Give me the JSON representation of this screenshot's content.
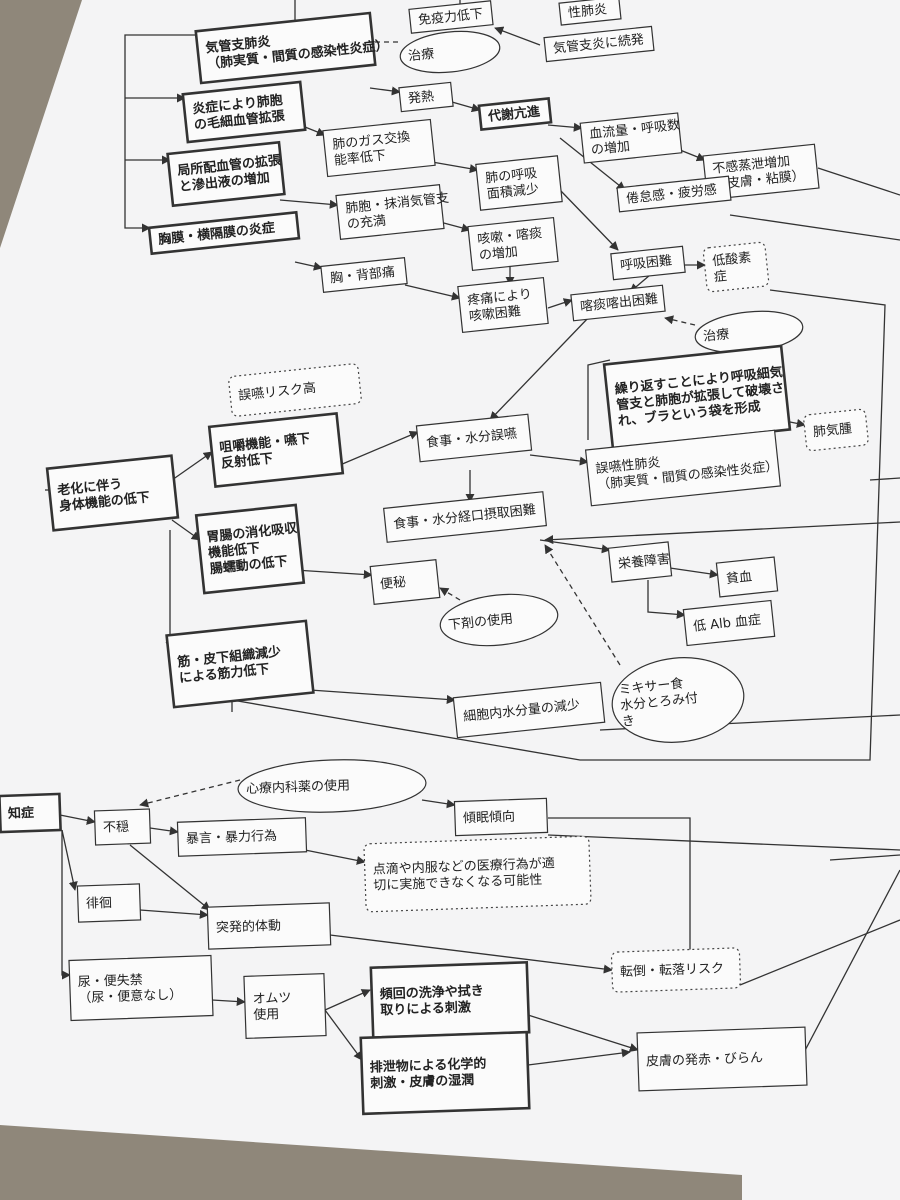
{
  "nodes": [
    {
      "id": "pneumonia-top",
      "lines": [
        "性肺炎"
      ]
    },
    {
      "id": "immunity",
      "lines": [
        "免疫力低下"
      ]
    },
    {
      "id": "bronchitis-cont",
      "lines": [
        "気管支炎に続発"
      ]
    },
    {
      "id": "treat1",
      "lines": [
        "治療"
      ]
    },
    {
      "id": "bronchopneumonia",
      "lines": [
        "気管支肺炎",
        "（肺実質・間質の感染性炎症）"
      ]
    },
    {
      "id": "fever",
      "lines": [
        "発熱"
      ]
    },
    {
      "id": "metab",
      "lines": [
        "代謝亢進"
      ]
    },
    {
      "id": "bloodflow",
      "lines": [
        "血流量・呼吸数",
        "の増加"
      ]
    },
    {
      "id": "insensible",
      "lines": [
        "不感蒸泄増加",
        "（皮膚・粘膜）"
      ]
    },
    {
      "id": "fatigue",
      "lines": [
        "倦怠感・疲労感"
      ]
    },
    {
      "id": "capillary",
      "lines": [
        "炎症により肺胞",
        "の毛細血管拡張"
      ]
    },
    {
      "id": "gasex",
      "lines": [
        "肺のガス交換",
        "能率低下"
      ]
    },
    {
      "id": "resparea",
      "lines": [
        "肺の呼吸",
        "面積減少"
      ]
    },
    {
      "id": "bloodvessel",
      "lines": [
        "局所配血管の拡張",
        "と滲出液の増加"
      ]
    },
    {
      "id": "alveoli",
      "lines": [
        "肺胞・抹消気管支",
        "の充満"
      ]
    },
    {
      "id": "cough",
      "lines": [
        "咳嗽・喀痰",
        "の増加"
      ]
    },
    {
      "id": "dyspnea",
      "lines": [
        "呼吸困難"
      ]
    },
    {
      "id": "hypoxemia",
      "lines": [
        "低酸素",
        "症"
      ]
    },
    {
      "id": "pleura",
      "lines": [
        "胸膜・横隔膜の炎症"
      ]
    },
    {
      "id": "chestpain",
      "lines": [
        "胸・背部痛"
      ]
    },
    {
      "id": "paincough",
      "lines": [
        "疼痛により",
        "咳嗽困難"
      ]
    },
    {
      "id": "sputum",
      "lines": [
        "喀痰喀出困難"
      ]
    },
    {
      "id": "treat2",
      "lines": [
        "治療"
      ]
    },
    {
      "id": "aspirationrisk",
      "lines": [
        "誤嚥リスク高"
      ]
    },
    {
      "id": "chewing",
      "lines": [
        "咀嚼機能・嚥下",
        "反射低下"
      ]
    },
    {
      "id": "eatingasp",
      "lines": [
        "食事・水分誤嚥"
      ]
    },
    {
      "id": "repeat",
      "lines": [
        "繰り返すことにより呼吸細気",
        "管支と肺胞が拡張して破壊さ",
        "れ、ブラという袋を形成"
      ]
    },
    {
      "id": "emphysema",
      "lines": [
        "肺気腫"
      ]
    },
    {
      "id": "aspneumonia",
      "lines": [
        "誤嚥性肺炎",
        "（肺実質・間質の感染性炎症）"
      ]
    },
    {
      "id": "aging",
      "lines": [
        "老化に伴う",
        "身体機能の低下"
      ]
    },
    {
      "id": "oralintake",
      "lines": [
        "食事・水分経口摂取困難"
      ]
    },
    {
      "id": "gi",
      "lines": [
        "胃腸の消化吸収",
        "機能低下",
        "腸蠕動の低下"
      ]
    },
    {
      "id": "constip",
      "lines": [
        "便秘"
      ]
    },
    {
      "id": "laxative",
      "lines": [
        "下剤の使用"
      ]
    },
    {
      "id": "malnut",
      "lines": [
        "栄養障害"
      ]
    },
    {
      "id": "anemia",
      "lines": [
        "貧血"
      ]
    },
    {
      "id": "lowalb",
      "lines": [
        "低 Alb 血症"
      ]
    },
    {
      "id": "mixer",
      "lines": [
        "ミキサー食",
        "水分とろみ付",
        "き"
      ]
    },
    {
      "id": "muscle",
      "lines": [
        "筋・皮下組織減少",
        "による筋力低下"
      ]
    },
    {
      "id": "cellwater",
      "lines": [
        "細胞内水分量の減少"
      ]
    },
    {
      "id": "dementia",
      "lines": [
        "知症"
      ]
    },
    {
      "id": "psychdrug",
      "lines": [
        "心療内科薬の使用"
      ]
    },
    {
      "id": "restless",
      "lines": [
        "不穏"
      ]
    },
    {
      "id": "somnolence",
      "lines": [
        "傾眠傾向"
      ]
    },
    {
      "id": "violence",
      "lines": [
        "暴言・暴力行為"
      ]
    },
    {
      "id": "medical",
      "lines": [
        "点滴や内服などの医療行為が適",
        "切に実施できなくなる可能性"
      ]
    },
    {
      "id": "wander",
      "lines": [
        "徘徊"
      ]
    },
    {
      "id": "sudden",
      "lines": [
        "突発的体動"
      ]
    },
    {
      "id": "fallrisk",
      "lines": [
        "転倒・転落リスク"
      ]
    },
    {
      "id": "incont",
      "lines": [
        "尿・便失禁",
        "（尿・便意なし）"
      ]
    },
    {
      "id": "diaper",
      "lines": [
        "オムツ",
        "使用"
      ]
    },
    {
      "id": "washing",
      "lines": [
        "頻回の洗浄や拭き",
        "取りによる刺激"
      ]
    },
    {
      "id": "excreta",
      "lines": [
        "排泄物による化学的",
        "刺激・皮膚の湿潤"
      ]
    },
    {
      "id": "skin",
      "lines": [
        "皮膚の発赤・びらん"
      ]
    }
  ]
}
